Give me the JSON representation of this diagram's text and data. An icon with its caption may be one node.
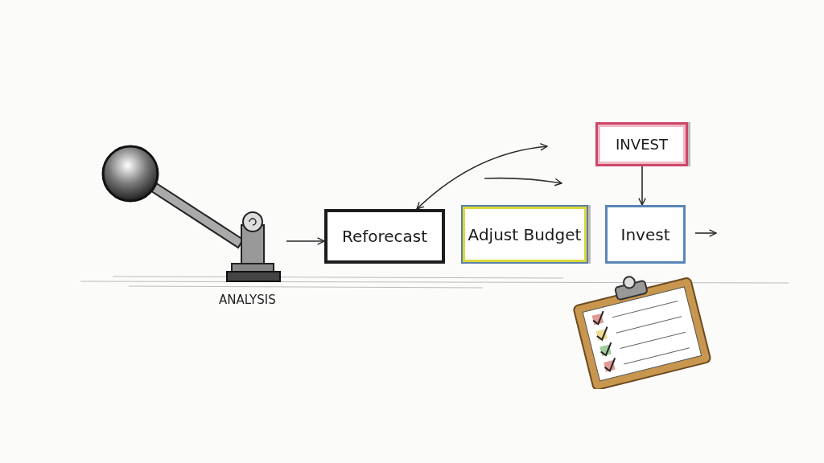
{
  "diagram": {
    "nodes": [
      {
        "text": [],
        "shape": "picture",
        "beside": [
          "ANALYSIS"
        ]
      },
      {
        "text": [
          "Reforecast"
        ]
      },
      {
        "text": [
          "Adjust Budget"
        ]
      },
      {
        "text": [
          "Invest"
        ]
      },
      {
        "text": [
          "INVEST"
        ]
      }
    ],
    "edges": [
      {
        "from": 0,
        "to": 1,
        "arrow": "to"
      },
      {
        "from": null,
        "to": 1,
        "arrow": "both"
      },
      {
        "from": 4,
        "to": 3,
        "arrow": "to"
      },
      {
        "from": 3,
        "to": null,
        "arrow": "to"
      }
    ]
  }
}
